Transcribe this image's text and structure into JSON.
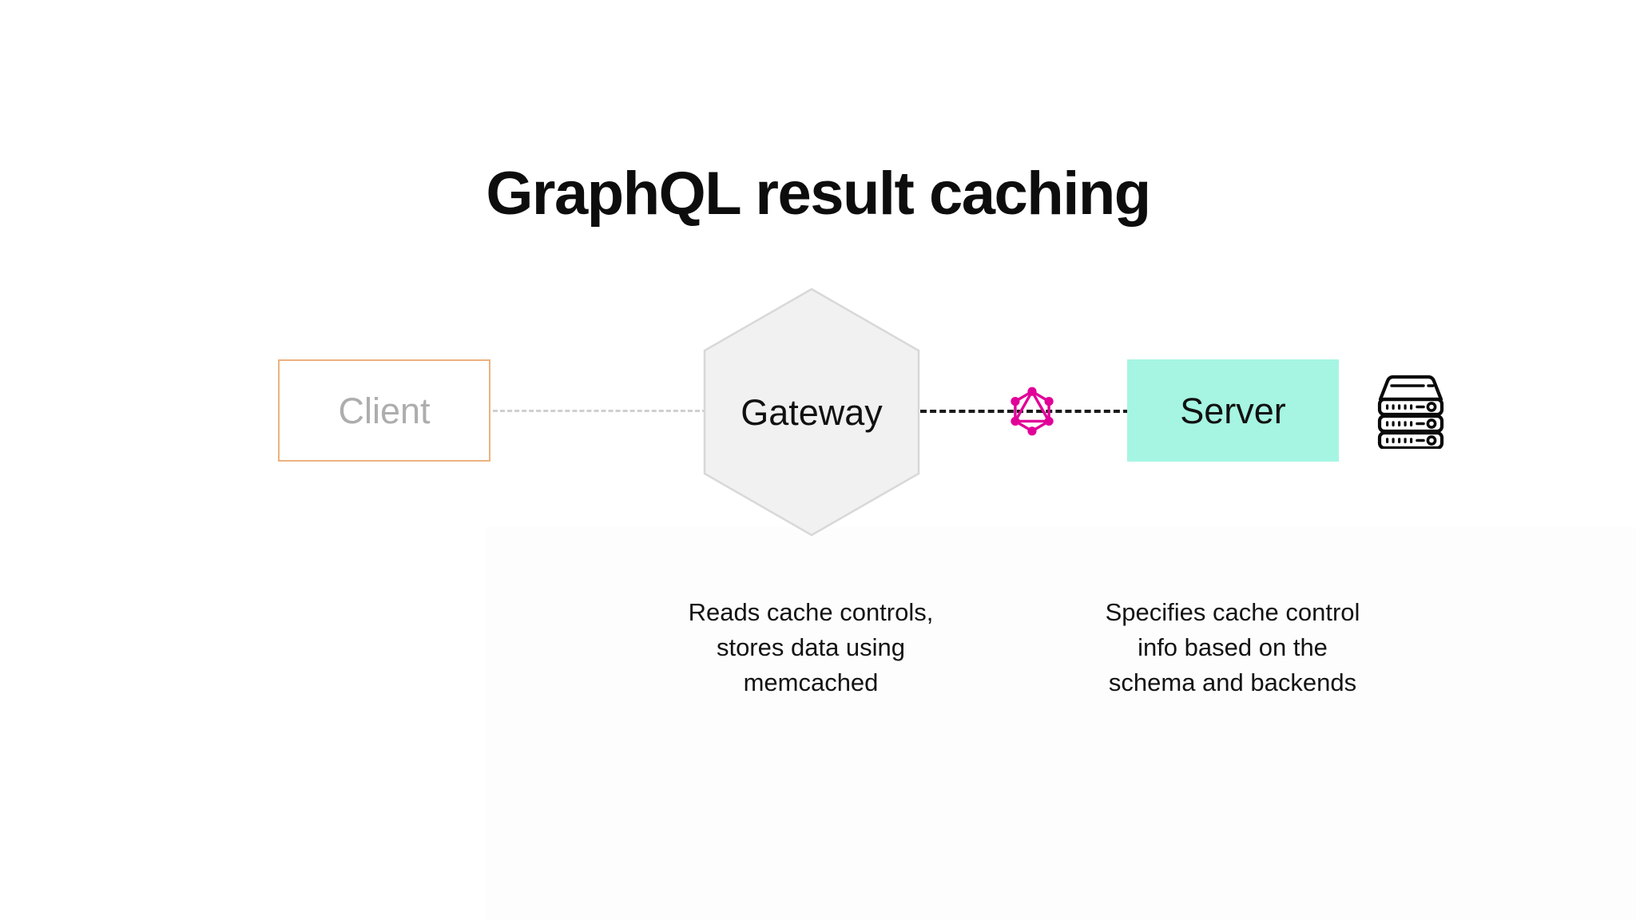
{
  "slide": {
    "title": "GraphQL result caching",
    "background_color": "#ffffff"
  },
  "diagram": {
    "nodes": [
      {
        "id": "client",
        "label": "Client",
        "shape": "rectangle",
        "border_color": "#edb27f",
        "fill_color": "#ffffff",
        "text_color": "#adadad"
      },
      {
        "id": "gateway",
        "label": "Gateway",
        "shape": "hexagon",
        "border_color": "#d8d8d8",
        "fill_color": "#f1f1f1",
        "text_color": "#111111"
      },
      {
        "id": "server",
        "label": "Server",
        "shape": "rectangle",
        "border_color": "none",
        "fill_color": "#a5f5e2",
        "text_color": "#111111"
      }
    ],
    "connectors": [
      {
        "id": "client-to-gateway",
        "from": "client",
        "to": "gateway",
        "style": "dashed",
        "color": "#cfcfcf"
      },
      {
        "id": "gateway-to-server",
        "from": "gateway",
        "to": "server",
        "style": "dashed",
        "color": "#1a1a1a"
      }
    ],
    "icons": [
      {
        "id": "graphql-logo",
        "name": "graphql-logo-icon",
        "color": "#e10098",
        "on_connector": "gateway-to-server"
      },
      {
        "id": "server-rack",
        "name": "server-rack-icon",
        "color": "#000000",
        "near_node": "server"
      }
    ],
    "captions": [
      {
        "id": "gateway-caption",
        "for_node": "gateway",
        "lines": [
          "Reads cache controls,",
          "stores data using",
          "memcached"
        ],
        "text": "Reads cache controls, stores data using memcached",
        "color": "#131313"
      },
      {
        "id": "server-caption",
        "for_node": "server",
        "lines": [
          "Specifies cache control",
          "info based on the",
          "schema and backends"
        ],
        "text": "Specifies cache control info based on the schema and backends",
        "color": "#131313"
      }
    ]
  }
}
